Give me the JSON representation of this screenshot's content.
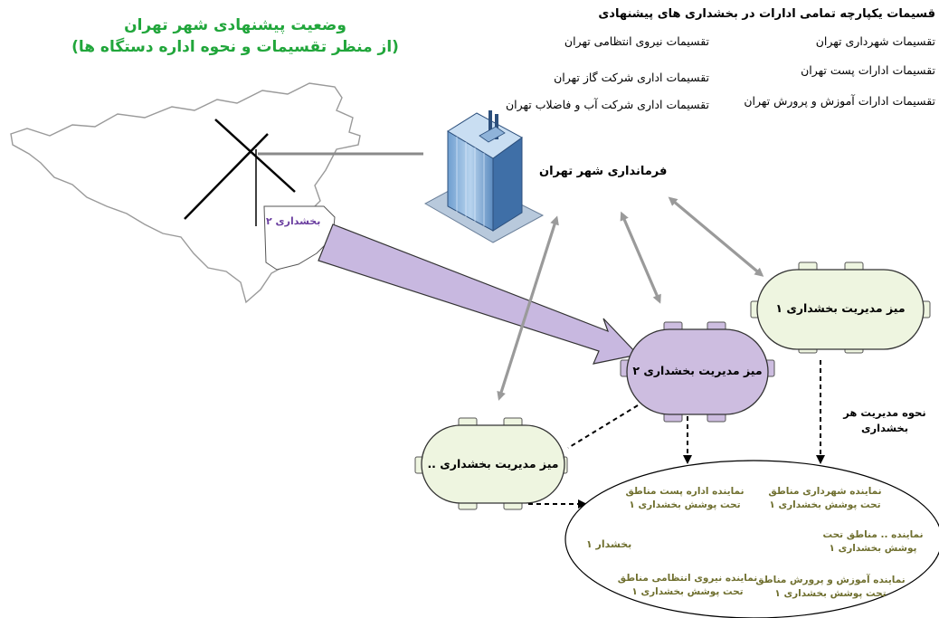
{
  "title": {
    "line1": "وضعیت پیشنهادی شهر تهران",
    "line2": "(از منظر تقسیمات و نحوه اداره دستگاه ها)"
  },
  "divisions": {
    "header": "قسیمات یکپارچه تمامی ادارات در بخشداری های پیشنهادی",
    "right": [
      "تقسیمات شهرداری تهران",
      "تقسیمات ادارات پست تهران",
      "تقسیمات ادارات آموزش و پرورش تهران"
    ],
    "left": [
      "تقسیمات نیروی انتظامی تهران",
      "تقسیمات اداری شرکت گاز تهران",
      "تقسیمات اداری شرکت آب و فاضلاب تهران"
    ]
  },
  "map": {
    "district_label": "بخشداری ۲"
  },
  "governorate": {
    "label": "فرمانداری شهر تهران"
  },
  "tables": {
    "table1": "میز مدیریت بخشداری ۱",
    "table2": "میز مدیریت بخشداری ۲",
    "table_other": "میز مدیریت بخشداری .."
  },
  "management_note": {
    "line1": "نحوه مدیریت هر",
    "line2": "بخشداری"
  },
  "district1": {
    "center_label": "بخشدار ۱",
    "reps": [
      {
        "line1": "نماینده اداره پست مناطق",
        "line2": "تحت پوشش بخشداری ۱"
      },
      {
        "line1": "نماینده شهرداری مناطق",
        "line2": "تحت پوشش بخشداری ۱"
      },
      {
        "line1": "نماینده .. مناطق تحت",
        "line2": "پوشش بخشداری ۱"
      },
      {
        "line1": "نماینده نیروی انتظامی مناطق",
        "line2": "تحت پوشش بخشداری ۱"
      },
      {
        "line1": "نماینده آموزش و پرورش مناطق",
        "line2": "تحت پوشش بخشداری ۱"
      }
    ]
  },
  "colors": {
    "title_green": "#21a63b",
    "table_green": "#eef5e0",
    "table_purple": "#cdbde0",
    "big_arrow": "#c8b8e0",
    "rep_text": "#707030",
    "district_label": "#6b3fa0"
  }
}
